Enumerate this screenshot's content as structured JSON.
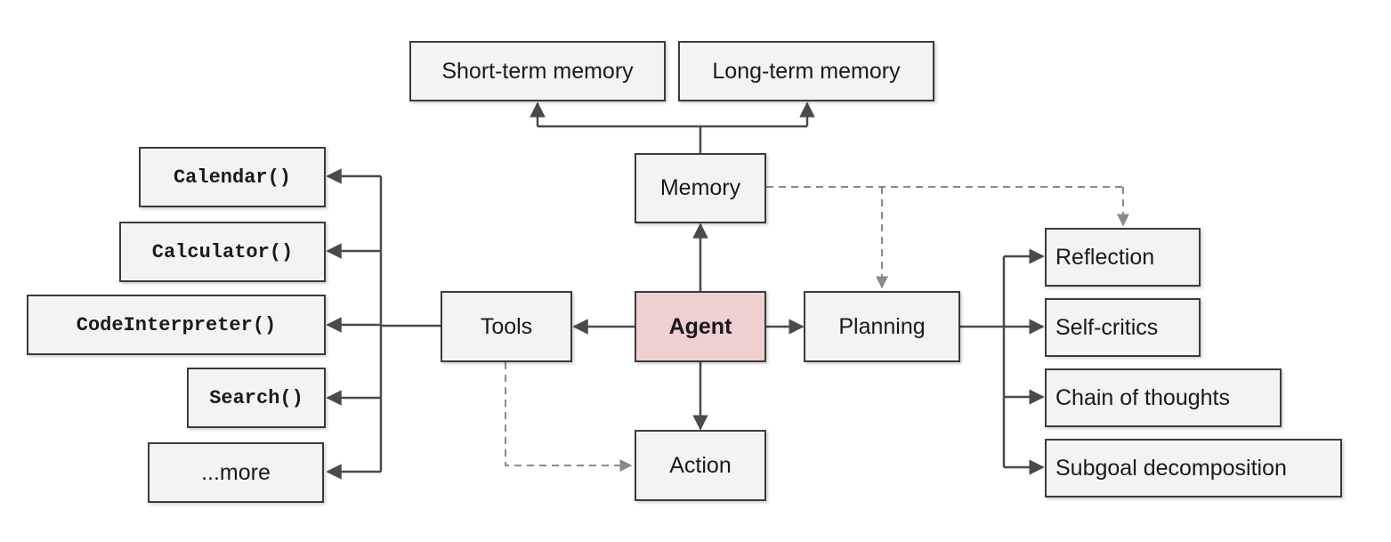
{
  "agent": "Agent",
  "memory": "Memory",
  "memory_types": {
    "short_term": "Short-term memory",
    "long_term": "Long-term memory"
  },
  "tools": "Tools",
  "tool_items": [
    "Calendar()",
    "Calculator()",
    "CodeInterpreter()",
    "Search()",
    "...more"
  ],
  "planning": "Planning",
  "planning_items": [
    "Reflection",
    "Self-critics",
    "Chain of thoughts",
    "Subgoal decomposition"
  ],
  "action": "Action",
  "colors": {
    "line": "#4a4a4a",
    "dashed_line": "#8a8a8a",
    "box_fill": "#f3f3f3",
    "agent_fill": "#efcfcf",
    "box_border": "#3b3b3b"
  }
}
